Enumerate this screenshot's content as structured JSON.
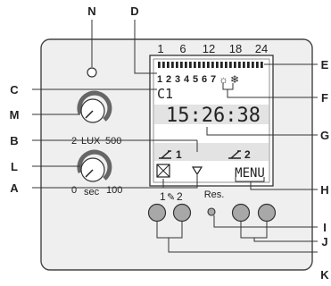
{
  "device": {
    "hour_ticks": [
      "1",
      "6",
      "12",
      "18",
      "24"
    ],
    "day_numbers": [
      "1",
      "2",
      "3",
      "4",
      "5",
      "6",
      "7"
    ],
    "sun_symbol": "☼",
    "snow_symbol": "❄",
    "channel_label": "C1",
    "time": "15:26:38",
    "output_1": "1",
    "output_2": "2",
    "menu_label": "MENU",
    "lux_dial": {
      "min": "2",
      "unit": "LUX",
      "max": "500"
    },
    "sec_dial": {
      "min": "0",
      "unit": "sec",
      "max": "100"
    },
    "button_label_1": "1",
    "button_label_2": "2",
    "reset_label": "Res."
  },
  "callouts": {
    "N": "N",
    "D": "D",
    "E": "E",
    "C": "C",
    "F": "F",
    "M": "M",
    "B": "B",
    "G": "G",
    "L": "L",
    "H": "H",
    "A": "A",
    "I": "I",
    "J": "J",
    "K": "K"
  },
  "colors": {
    "panel": "#efefef",
    "outline": "#444444",
    "button_fill": "#a8a8a8",
    "lcd_band": "#e3e3e3"
  }
}
